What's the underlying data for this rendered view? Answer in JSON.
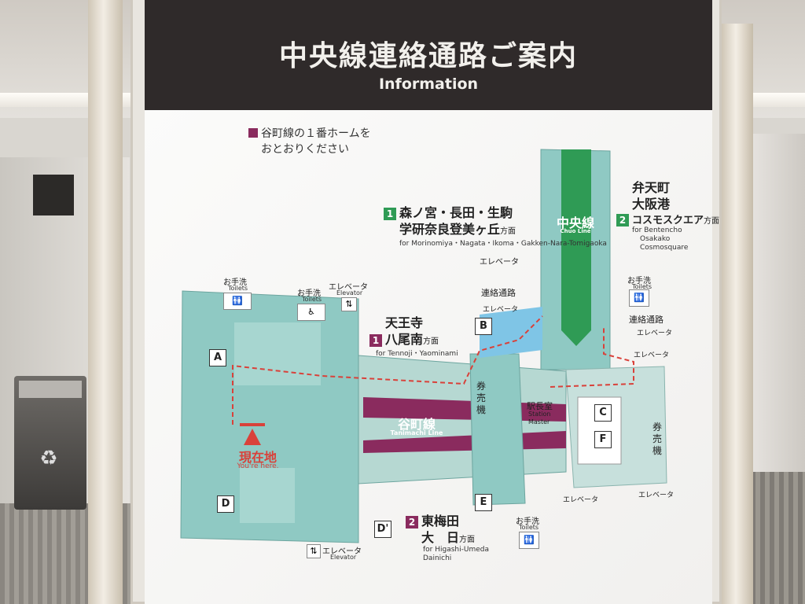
{
  "sign": {
    "title": "中央線連絡通路ご案内",
    "subtitle": "Information",
    "notice_line1": "谷町線の１番ホームを",
    "notice_line2": "おとおりください"
  },
  "destinations": {
    "d1_north": {
      "number": "1",
      "line1": "森ノ宮・長田・生駒",
      "line2": "学研奈良登美ヶ丘",
      "suffix": "方面",
      "en": "for Morinomiya・Nagata・Ikoma・Gakken-Nara-Tomigaoka"
    },
    "d1_south": {
      "number": "1",
      "line1": "天王寺",
      "line2": "八尾南",
      "suffix": "方面",
      "en": "for Tennoji・Yaominami"
    },
    "d2_east": {
      "number": "2",
      "line1": "弁天町",
      "line2": "大阪港",
      "line3": "コスモスクエア",
      "suffix": "方面",
      "en1": "for Bentencho",
      "en2": "Osakako",
      "en3": "Cosmosquare"
    },
    "d2_south": {
      "number": "2",
      "line1": "東梅田",
      "line2": "大　日",
      "suffix": "方面",
      "en1": "for Higashi-Umeda",
      "en2": "Dainichi"
    }
  },
  "lines": {
    "chuo": {
      "ja": "中央線",
      "en": "Chuo Line"
    },
    "tanimachi": {
      "ja": "谷町線",
      "en": "Tanimachi Line"
    }
  },
  "facilities": {
    "toilet_ja": "お手洗",
    "toilet_en": "Toilets",
    "elevator_ja": "エレベータ",
    "elevator_en": "Elevator",
    "passage": "連絡通路",
    "ticket": "券売機",
    "station_master_ja": "駅長室",
    "station_master_en1": "Station",
    "station_master_en2": "Master"
  },
  "exits": [
    "A",
    "B",
    "C",
    "D",
    "D'",
    "E",
    "F"
  ],
  "here": {
    "ja": "現在地",
    "en": "You're here."
  },
  "colors": {
    "header": "#2f2a2a",
    "tanimachi": "#8a2b5e",
    "chuo": "#2f9b55",
    "concourse": "#8fc9c3",
    "route": "#d9413a"
  }
}
